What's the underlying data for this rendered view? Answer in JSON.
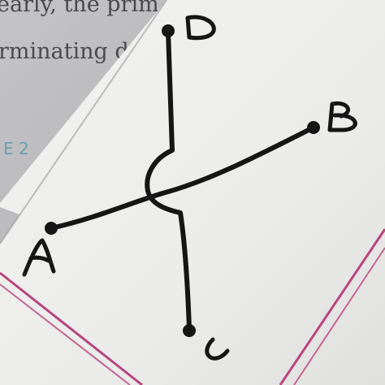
{
  "background_book": {
    "line1": "early, the prim",
    "line2": "rminating d",
    "section_marker": "E 2"
  },
  "diagram": {
    "label_top": "D",
    "label_right": "B",
    "label_left": "A",
    "label_bottom": "C"
  },
  "colors": {
    "paper": "#ededeb",
    "paper_shadow": "#d8d8d8",
    "book_page": "#b9b9bb",
    "ink": "#151515",
    "margin_line": "#b8467e"
  }
}
